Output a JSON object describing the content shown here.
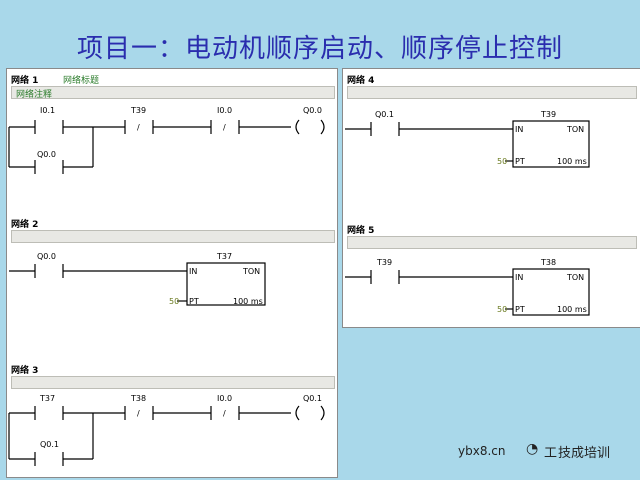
{
  "title": "项目一：电动机顺序启动、顺序停止控制",
  "left_panel": {
    "network1": {
      "label": "网络 1",
      "title": "网络标题",
      "comment": "网络注释",
      "contacts": {
        "i01": "I0.1",
        "t39": "T39",
        "i00": "I0.0",
        "q00_branch": "Q0.0"
      },
      "coil": "Q0.0",
      "nc_mark": "/"
    },
    "network2": {
      "label": "网络 2",
      "contact": "Q0.0",
      "timer": {
        "name": "T37",
        "type": "TON",
        "in": "IN",
        "pt": "PT",
        "preset": "50",
        "unit": "100 ms"
      }
    },
    "network3": {
      "label": "网络 3",
      "contacts": {
        "t37": "T37",
        "t38": "T38",
        "i00": "I0.0",
        "q01_branch": "Q0.1"
      },
      "coil": "Q0.1",
      "nc_mark": "/"
    }
  },
  "right_panel": {
    "network4": {
      "label": "网络 4",
      "contact": "Q0.1",
      "timer": {
        "name": "T39",
        "type": "TON",
        "in": "IN",
        "pt": "PT",
        "preset": "50",
        "unit": "100 ms"
      }
    },
    "network5": {
      "label": "网络 5",
      "contact": "T39",
      "timer": {
        "name": "T38",
        "type": "TON",
        "in": "IN",
        "pt": "PT",
        "preset": "50",
        "unit": "100 ms"
      }
    }
  },
  "watermark": {
    "site": "ybx8.cn",
    "brand": "技成培训",
    "brand_prefix": "工"
  }
}
